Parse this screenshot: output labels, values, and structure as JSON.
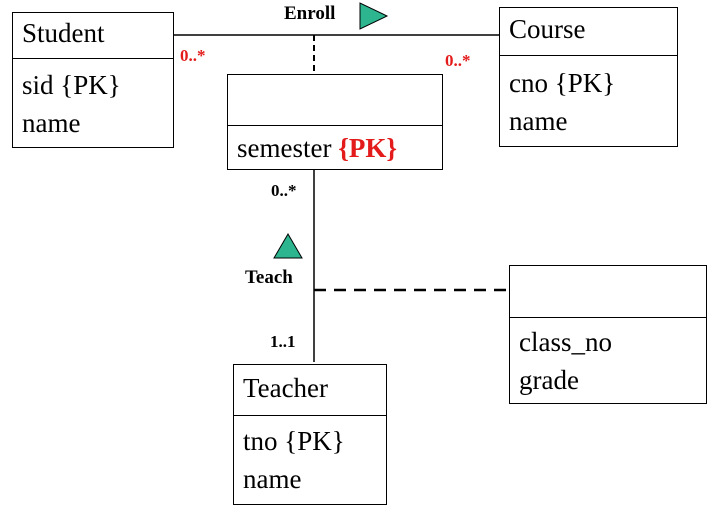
{
  "classes": {
    "student": {
      "name": "Student",
      "attrs": [
        "sid {PK}",
        "name"
      ]
    },
    "course": {
      "name": "Course",
      "attrs": [
        "cno {PK}",
        "name"
      ]
    },
    "enroll_assoc": {
      "name": "",
      "attr_plain": "semester ",
      "attr_pk": "{PK}"
    },
    "teacher": {
      "name": "Teacher",
      "attrs": [
        "tno {PK}",
        "name"
      ]
    },
    "teach_assoc": {
      "name": "",
      "attrs": [
        "class_no",
        "grade"
      ]
    }
  },
  "associations": {
    "enroll": {
      "label": "Enroll",
      "mult_student": "0..*",
      "mult_course": "0..*"
    },
    "teach": {
      "label": "Teach",
      "mult_enroll": "0..*",
      "mult_teacher": "1..1"
    }
  },
  "colors": {
    "highlight": "#e31b1b",
    "triangle": "#2cb58f",
    "line": "#000000"
  }
}
